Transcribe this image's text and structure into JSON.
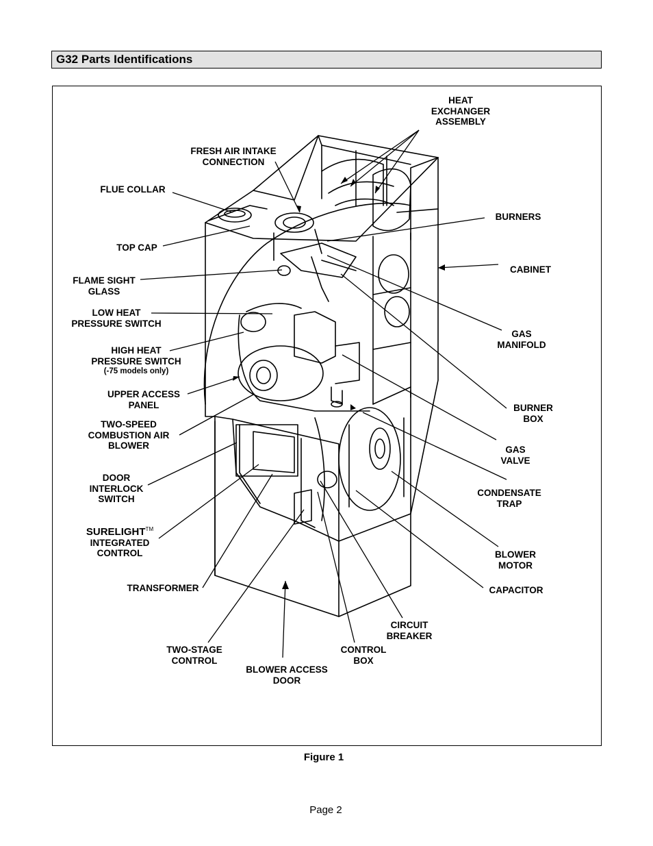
{
  "section_title": "G32 Parts Identifications",
  "figure_caption": "Figure 1",
  "page_number": "Page 2",
  "labels": {
    "heat_exchanger": [
      "HEAT",
      "EXCHANGER",
      "ASSEMBLY"
    ],
    "fresh_air": [
      "FRESH AIR INTAKE",
      "CONNECTION"
    ],
    "flue_collar": [
      "FLUE COLLAR"
    ],
    "top_cap": [
      "TOP CAP"
    ],
    "flame_sight": [
      "FLAME SIGHT",
      "GLASS"
    ],
    "low_heat": [
      "LOW HEAT",
      "PRESSURE SWITCH"
    ],
    "high_heat": [
      "HIGH HEAT",
      "PRESSURE SWITCH"
    ],
    "high_heat_note": "(-75 models only)",
    "upper_access": [
      "UPPER ACCESS",
      "PANEL"
    ],
    "two_speed": [
      "TWO-SPEED",
      "COMBUSTION AIR",
      "BLOWER"
    ],
    "door_interlock": [
      "DOOR",
      "INTERLOCK",
      "SWITCH"
    ],
    "surelight_brand": "SURELIGHT",
    "surelight_tm": "TM",
    "surelight": [
      "INTEGRATED",
      "CONTROL"
    ],
    "transformer": [
      "TRANSFORMER"
    ],
    "two_stage": [
      "TWO-STAGE",
      "CONTROL"
    ],
    "blower_door": [
      "BLOWER ACCESS",
      "DOOR"
    ],
    "control_box": [
      "CONTROL",
      "BOX"
    ],
    "circuit_breaker": [
      "CIRCUIT",
      "BREAKER"
    ],
    "capacitor": [
      "CAPACITOR"
    ],
    "blower_motor": [
      "BLOWER",
      "MOTOR"
    ],
    "condensate": [
      "CONDENSATE",
      "TRAP"
    ],
    "gas_valve": [
      "GAS",
      "VALVE"
    ],
    "burner_box": [
      "BURNER",
      "BOX"
    ],
    "gas_manifold": [
      "GAS",
      "MANIFOLD"
    ],
    "cabinet": [
      "CABINET"
    ],
    "burners": [
      "BURNERS"
    ]
  }
}
